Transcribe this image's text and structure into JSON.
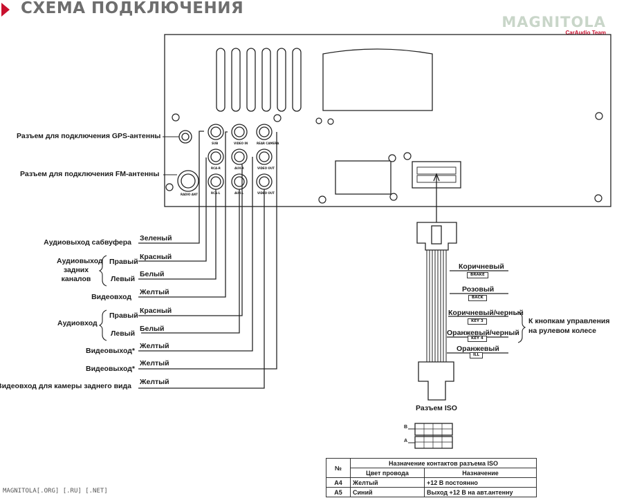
{
  "header": {
    "title": "СХЕМА ПОДКЛЮЧЕНИЯ"
  },
  "logo": {
    "main": "MAGNITOLA",
    "sub": "CarAudio Team"
  },
  "antennas": {
    "gps": "Разъем для подключения GPS-антенны",
    "fm": "Разъем для подключения FM-антенны"
  },
  "jacks": {
    "sub": "SUB",
    "video_in": "VIDEO IN",
    "rear_camera": "REAR CAMERA",
    "rca_r": "RCA-R",
    "aux_r": "AUX-R",
    "video_out": "VIDEO OUT",
    "rca_l": "RCA-L",
    "aux_l": "AUX-L",
    "video_out_2": "VIDEO OUT",
    "radio_ant": "RADIO ANT"
  },
  "outputs": {
    "subwoofer": "Аудиовыход сабвуфера",
    "rear_audio_1": "Аудиовыход",
    "rear_audio_2": "задних",
    "rear_audio_3": "каналов",
    "right": "Правый",
    "left": "Левый",
    "video_in": "Видеовход",
    "audio_in": "Аудиовход",
    "right_2": "Правый",
    "left_2": "Левый",
    "video_out_1": "Видеовыход*",
    "video_out_2": "Видеовыход*",
    "rear_camera_in": "Видеовход для камеры заднего вида"
  },
  "wire_colors": {
    "green": "Зеленый",
    "red_1": "Красный",
    "white_1": "Белый",
    "yellow_1": "Желтый",
    "red_2": "Красный",
    "white_2": "Белый",
    "yellow_2": "Желтый",
    "yellow_3": "Желтый",
    "yellow_4": "Желтый"
  },
  "harness": {
    "brown": "Коричневый",
    "brake": "BRAKE",
    "pink": "Розовый",
    "back": "BACK",
    "brown_black": "Коричневый/черный",
    "key3": "KEY 3",
    "orange_black": "Оранжевый/черный",
    "key4": "KEY 4",
    "orange": "Оранжевый",
    "ill": "ILL",
    "steering_1": "К кнопкам управления",
    "steering_2": "на рулевом колесе",
    "iso_connector": "Разъем ISO",
    "iso_b": "B",
    "iso_a": "A"
  },
  "iso_table": {
    "col_no": "№",
    "caption": "Назначение контактов разъема ISO",
    "col_color": "Цвет провода",
    "col_purpose": "Назначение",
    "rows": [
      {
        "pin": "A4",
        "color": "Желтый",
        "purpose": "+12 В постоянно"
      },
      {
        "pin": "A5",
        "color": "Синий",
        "purpose": "Выход +12 В на авт.антенну"
      }
    ]
  },
  "footer": "MAGNITOLA[.ORG] [.RU] [.NET]",
  "colors": {
    "accent": "#c8102e",
    "title": "#6e6e6e",
    "line": "#222222"
  }
}
